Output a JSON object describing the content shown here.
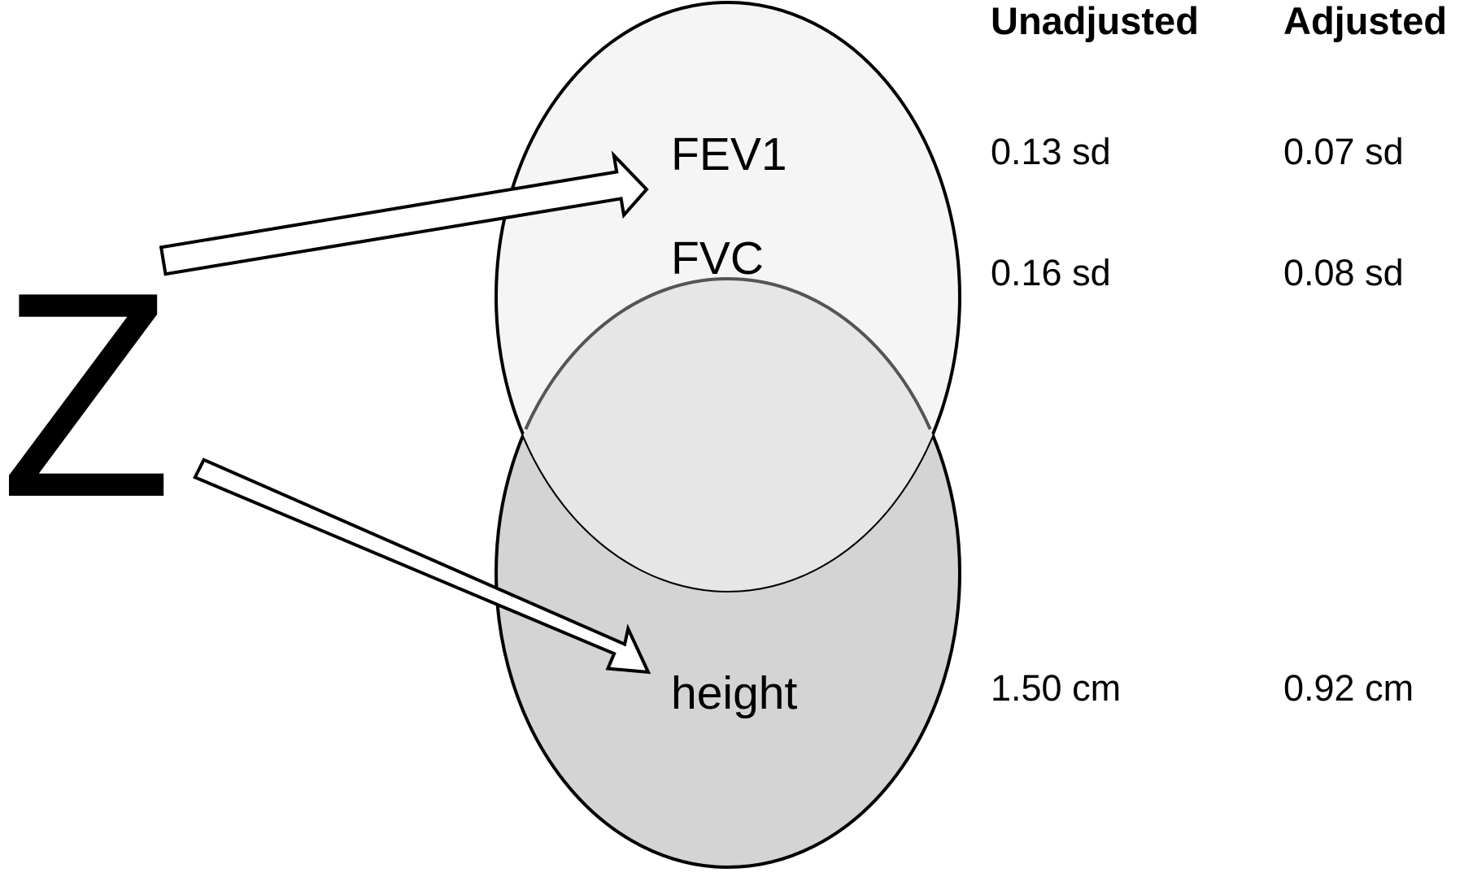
{
  "exposure": {
    "label": "Z"
  },
  "headers": {
    "unadjusted": "Unadjusted",
    "adjusted": "Adjusted"
  },
  "outcomes": [
    {
      "name": "FEV1",
      "unadjusted": "0.13 sd",
      "adjusted": "0.07 sd"
    },
    {
      "name": "FVC",
      "unadjusted": "0.16 sd",
      "adjusted": "0.08 sd"
    },
    {
      "name": "height",
      "unadjusted": "1.50 cm",
      "adjusted": "0.92 cm"
    }
  ],
  "colors": {
    "upper_circle_fill": "#f5f5f5",
    "lower_circle_fill": "#d4d4d4",
    "overlap_fill": "#e6e6e6",
    "stroke": "#000000",
    "arrow_fill": "#ffffff"
  }
}
